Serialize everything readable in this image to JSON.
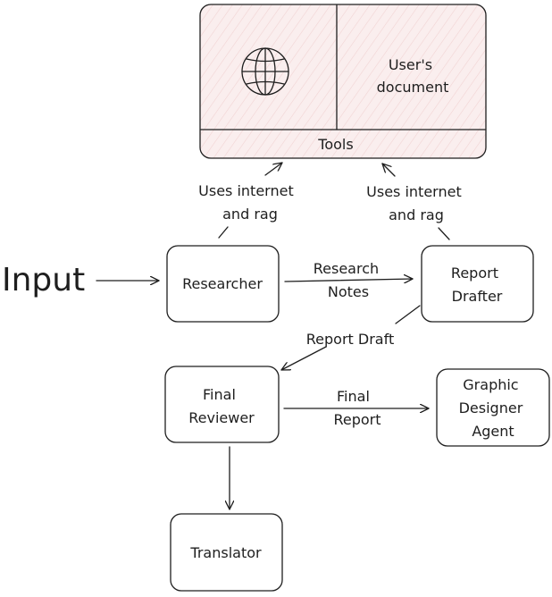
{
  "input_label": "Input",
  "tools": {
    "document_label": [
      "User's",
      "document"
    ],
    "footer_label": "Tools"
  },
  "nodes": {
    "researcher": {
      "label": [
        "Researcher"
      ],
      "color": "#e7f4f8"
    },
    "report_drafter": {
      "label": [
        "Report",
        "Drafter"
      ],
      "color": "#fbf8e2"
    },
    "final_reviewer": {
      "label": [
        "Final",
        "Reviewer"
      ],
      "color": "#e9f6ec"
    },
    "graphic_designer": {
      "label": [
        "Graphic",
        "Designer",
        "Agent"
      ],
      "color": "#f7efec"
    },
    "translator": {
      "label": [
        "Translator"
      ],
      "color": "#e7f4f8"
    }
  },
  "edges": {
    "uses_internet_left": [
      "Uses internet",
      "and rag"
    ],
    "uses_internet_right": [
      "Uses internet",
      "and rag"
    ],
    "research_notes": [
      "Research",
      "Notes"
    ],
    "report_draft": [
      "Report Draft"
    ],
    "final_report": [
      "Final",
      "Report"
    ]
  },
  "colors": {
    "tools_fill": "#faeeee",
    "tools_hatch": "#f1d3d3",
    "stroke": "#1e1e1e"
  }
}
